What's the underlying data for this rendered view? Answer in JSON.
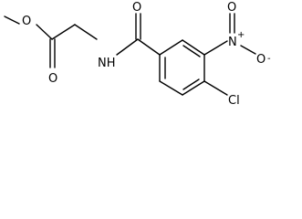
{
  "molecule": {
    "atom_labels": {
      "ester_oxygen": "O",
      "carbonyl_oxygen": "O",
      "amide_nitrogen": "NH",
      "amide_oxygen": "O",
      "nitro_nitrogen": "N",
      "nitro_charge_plus": "+",
      "nitro_oxygen_double": "O",
      "nitro_oxygen_single": "O",
      "nitro_charge_minus": "-",
      "chlorine": "Cl"
    }
  }
}
